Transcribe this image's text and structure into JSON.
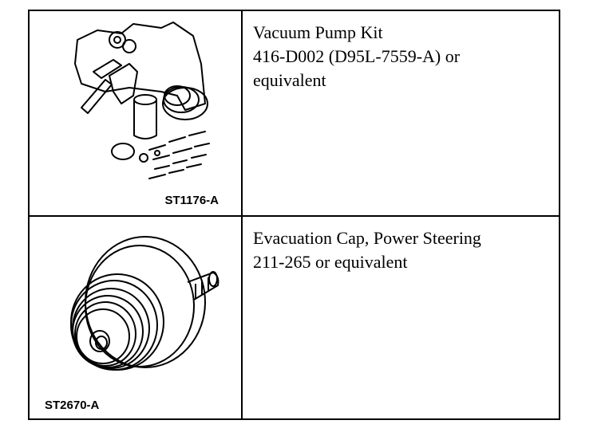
{
  "rows": [
    {
      "tool_code": "ST1176-A",
      "tool_icon": "vacuum-pump-kit-illustration",
      "description_lines": [
        "Vacuum Pump Kit",
        "416-D002 (D95L-7559-A) or",
        "equivalent"
      ]
    },
    {
      "tool_code": "ST2670-A",
      "tool_icon": "evacuation-cap-illustration",
      "description_lines": [
        "Evacuation Cap, Power Steering",
        "211-265 or equivalent"
      ]
    }
  ]
}
